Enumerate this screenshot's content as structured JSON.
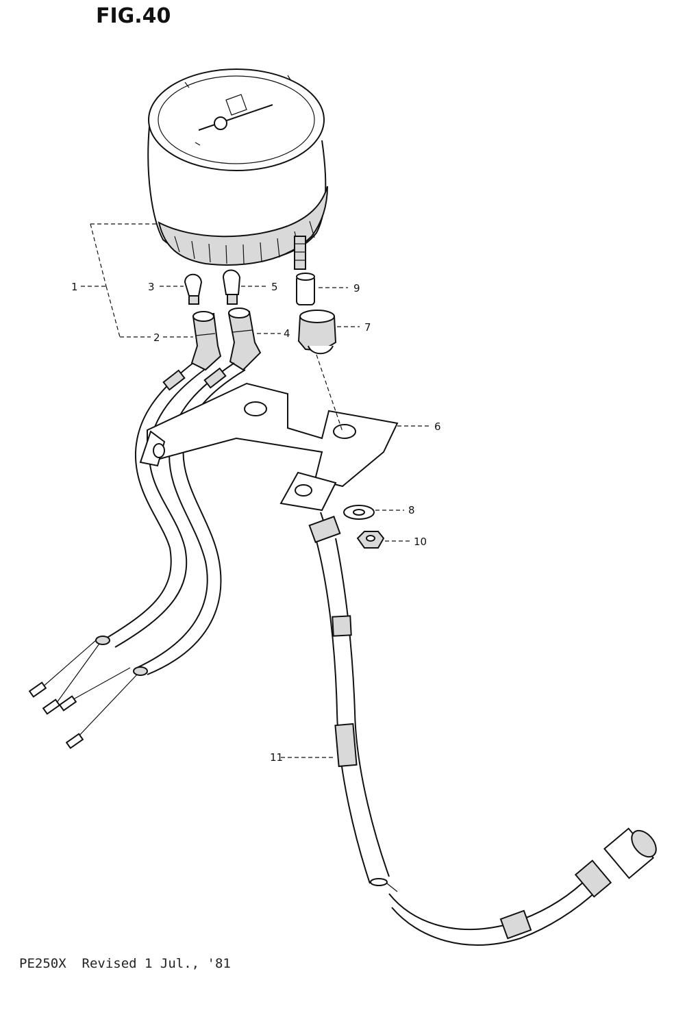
{
  "figure": {
    "title": "FIG.40"
  },
  "footer": {
    "text": "PE250X  Revised 1 Jul., '81"
  },
  "callouts": {
    "c1": "1",
    "c2": "2",
    "c3": "3",
    "c4": "4",
    "c5": "5",
    "c6": "6",
    "c7": "7",
    "c8": "8",
    "c9": "9",
    "c10": "10",
    "c11": "11"
  }
}
